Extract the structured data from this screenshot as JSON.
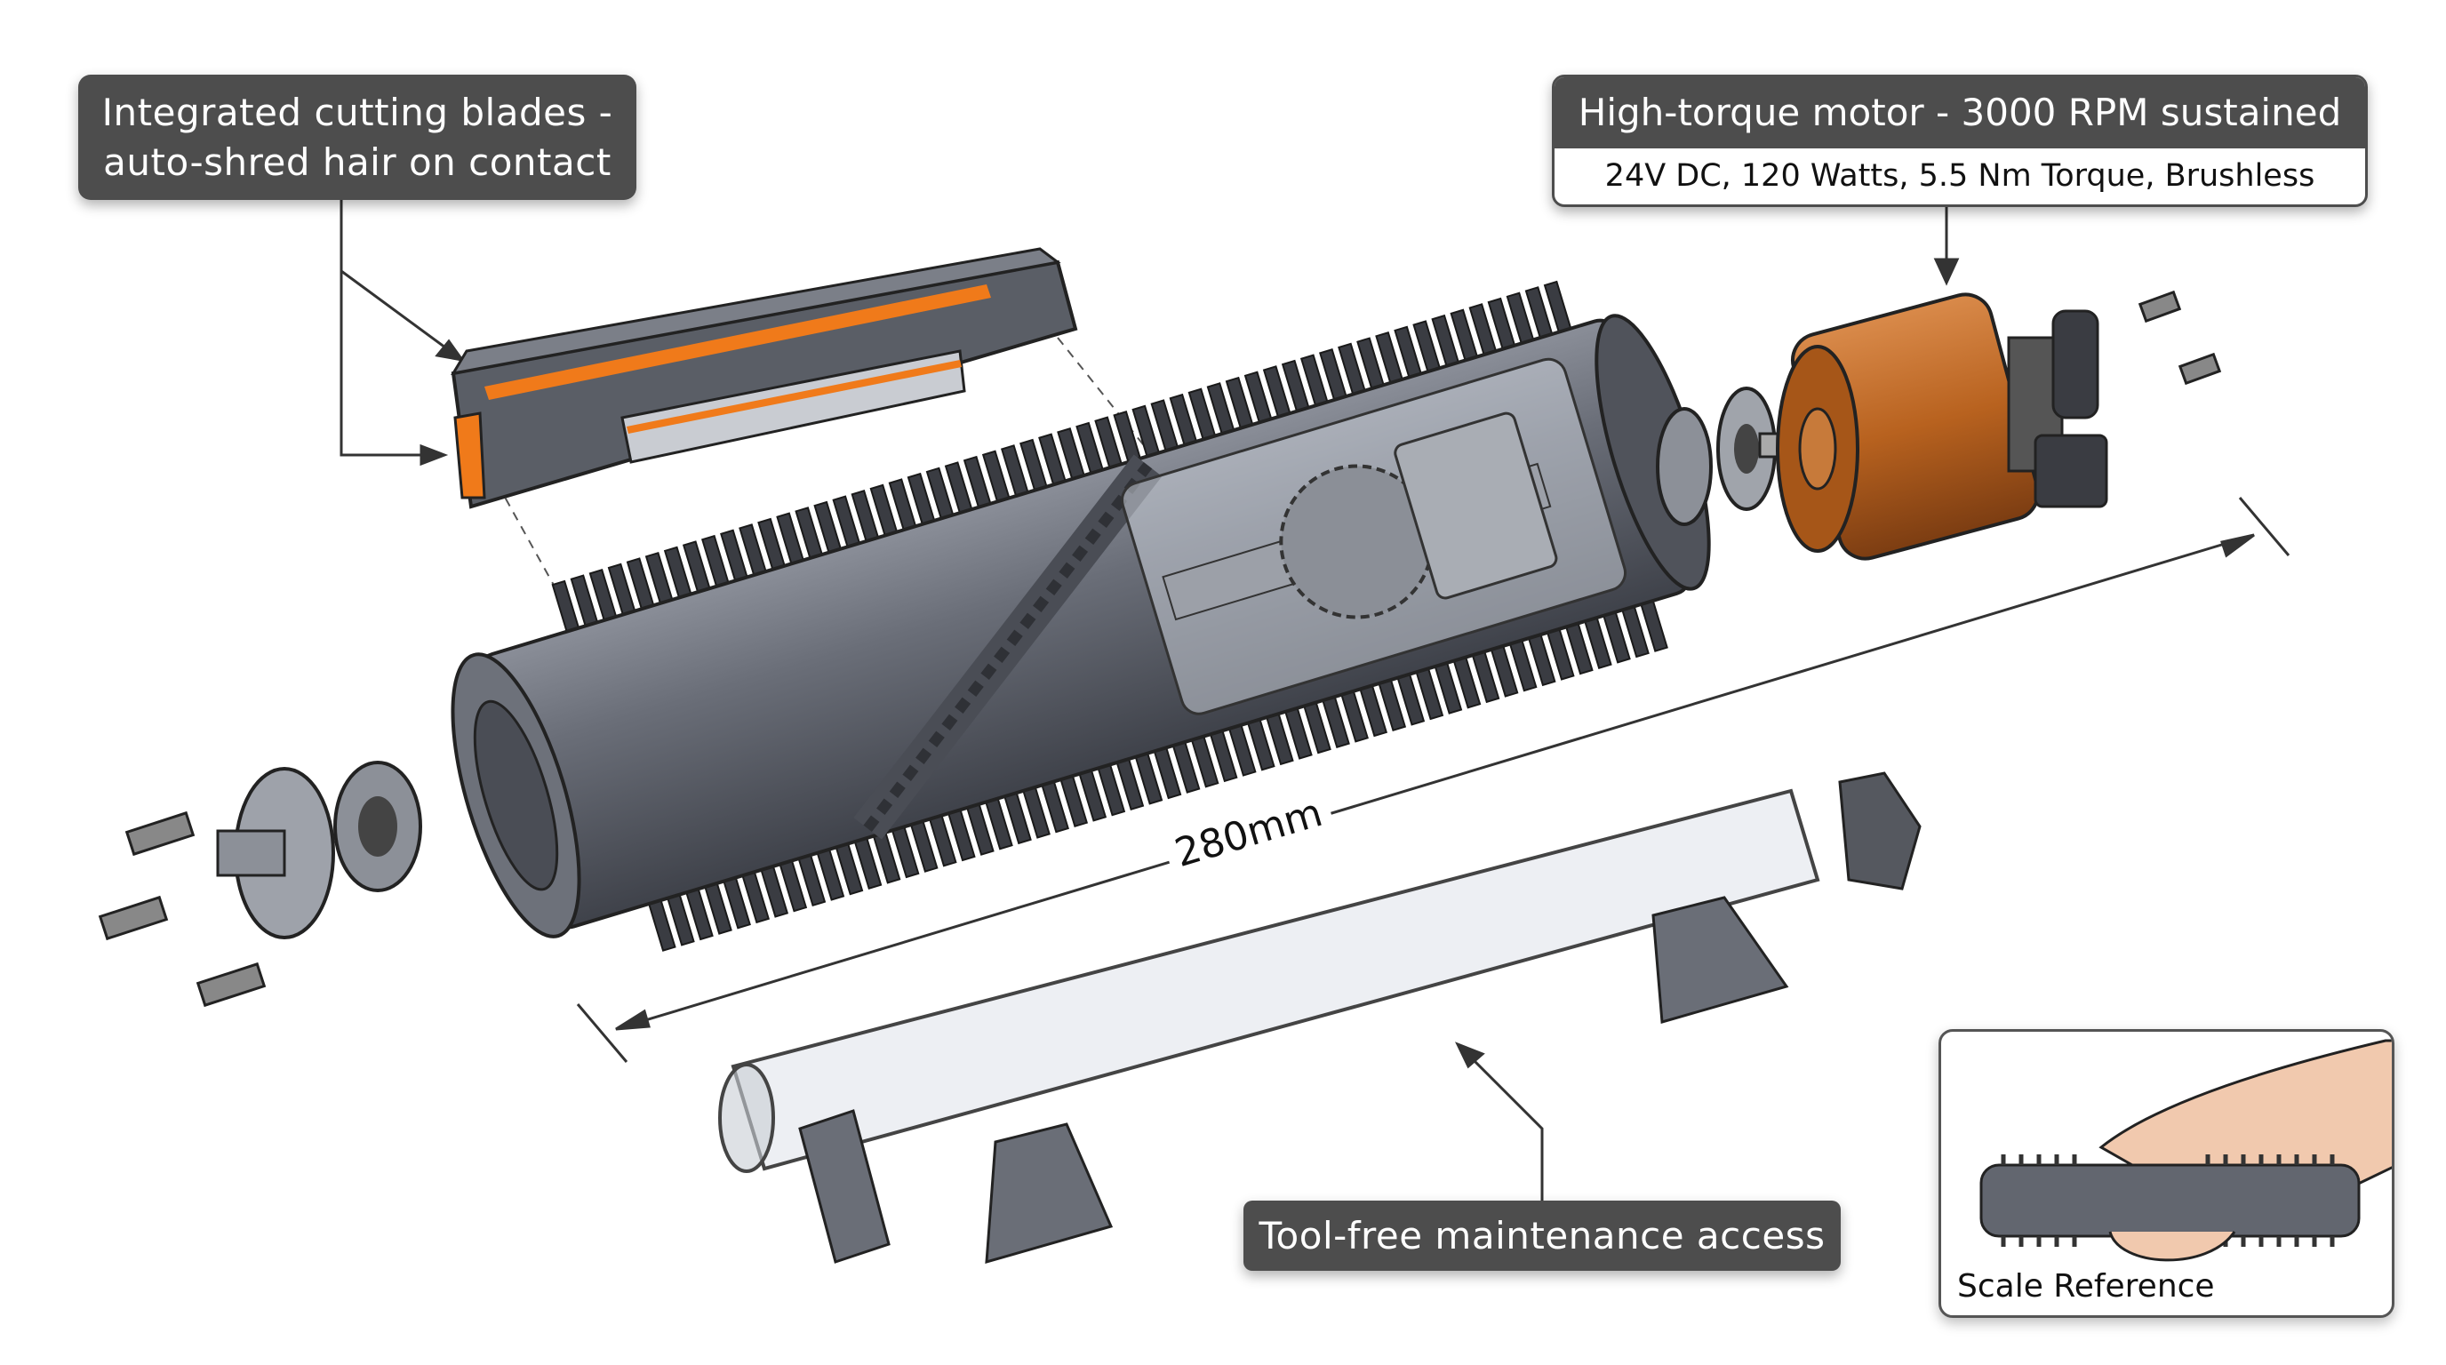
{
  "callouts": {
    "blades": {
      "line1": "Integrated cutting blades -",
      "line2": "auto-shred hair on contact"
    },
    "motor": {
      "title": "High-torque motor - 3000 RPM sustained",
      "specs": "24V DC, 120 Watts, 5.5 Nm Torque, Brushless"
    },
    "access": {
      "label": "Tool-free maintenance access"
    }
  },
  "dimension": {
    "label": "280mm"
  },
  "scale_reference": {
    "label": "Scale Reference"
  },
  "colors": {
    "callout_bg": "#4d4d4d",
    "roller": "#5c606a",
    "motor": "#b8621f",
    "blade_accent": "#f07a1a",
    "bristle": "#3a3c42"
  }
}
